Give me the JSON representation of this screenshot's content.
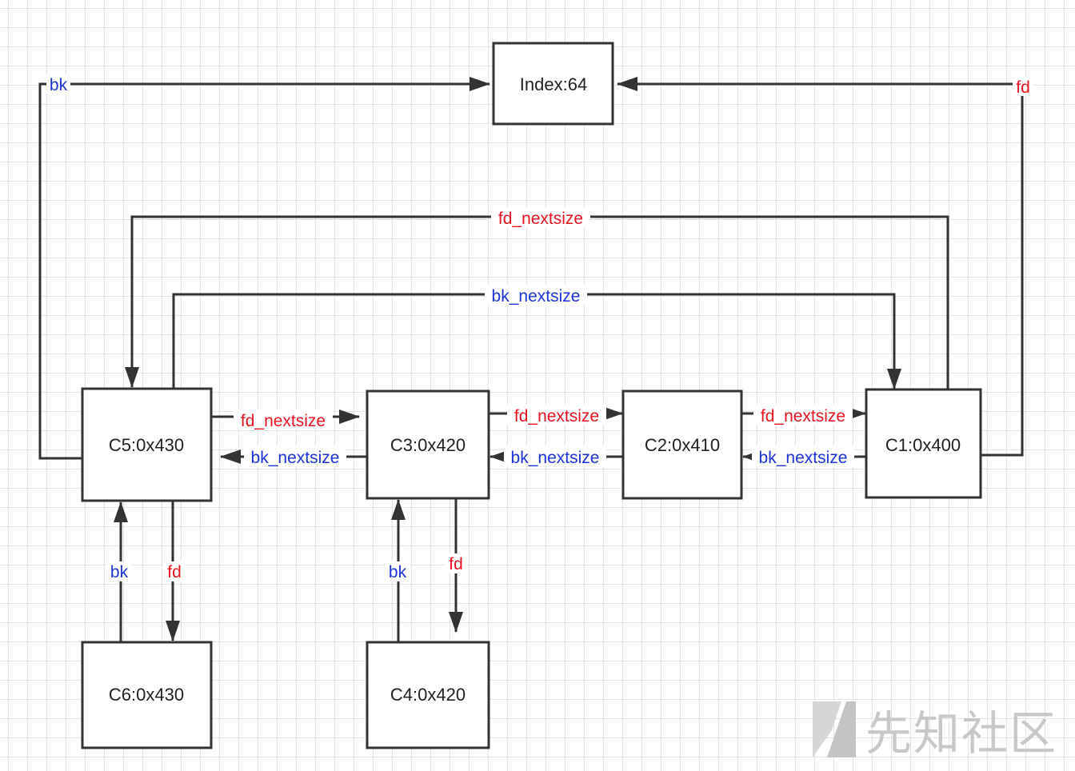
{
  "colors": {
    "fd": "#e8141f",
    "bk": "#1d33d8",
    "line": "#333333"
  },
  "nodes": {
    "index": "Index:64",
    "c1": "C1:0x400",
    "c2": "C2:0x410",
    "c3": "C3:0x420",
    "c4": "C4:0x420",
    "c5": "C5:0x430",
    "c6": "C6:0x430"
  },
  "edge_labels": {
    "c5_bk_index": "bk",
    "c1_fd_index": "fd",
    "c1_fd_nextsize_c5": "fd_nextsize",
    "c5_bk_nextsize_c1": "bk_nextsize",
    "c5_fd_nextsize_c3": "fd_nextsize",
    "c3_bk_nextsize_c5": "bk_nextsize",
    "c3_fd_nextsize_c2": "fd_nextsize",
    "c2_bk_nextsize_c3": "bk_nextsize",
    "c2_fd_nextsize_c1": "fd_nextsize",
    "c1_bk_nextsize_c2": "bk_nextsize",
    "c6_bk_c5": "bk",
    "c5_fd_c6": "fd",
    "c4_bk_c3": "bk",
    "c3_fd_c4": "fd"
  },
  "watermark": {
    "text": "先知社区"
  }
}
